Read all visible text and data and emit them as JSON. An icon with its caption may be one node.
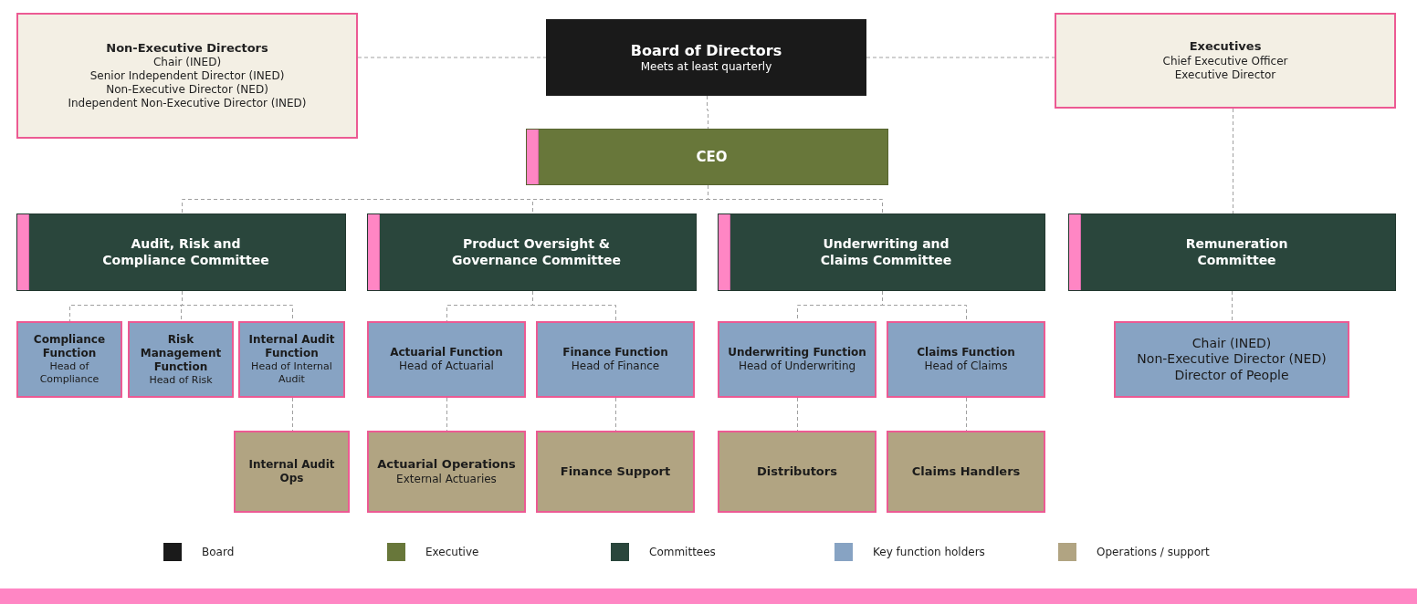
{
  "diagram": {
    "nodes": [
      {
        "text": [
          "Non-Executive Directors",
          "Chair (INED)",
          "Senior Independent Director (INED)",
          "Non-Executive Director (NED)",
          "Independent Non-Executive Director (INED)"
        ]
      },
      {
        "text": [
          "Board of Directors",
          "Meets at least quarterly"
        ]
      },
      {
        "text": [
          "Executives",
          "Chief Executive Officer",
          "Executive Director"
        ]
      },
      {
        "text": [
          "CEO"
        ]
      },
      {
        "text": [
          "Audit, Risk and Compliance Committee"
        ]
      },
      {
        "text": [
          "Product Oversight & Governance Committee"
        ]
      },
      {
        "text": [
          "Underwriting and Claims Committee"
        ]
      },
      {
        "text": [
          "Remuneration Committee"
        ]
      },
      {
        "text": [
          "Compliance Function",
          "Head of Compliance"
        ]
      },
      {
        "text": [
          "Risk Management Function",
          "Head of Risk"
        ]
      },
      {
        "text": [
          "Internal Audit Function",
          "Head of Internal Audit"
        ]
      },
      {
        "text": [
          "Actuarial Function",
          "Head of Actuarial"
        ]
      },
      {
        "text": [
          "Finance Function",
          "Head of Finance"
        ]
      },
      {
        "text": [
          "Underwriting Function",
          "Head of Underwriting"
        ]
      },
      {
        "text": [
          "Claims Function",
          "Head of Claims"
        ]
      },
      {
        "text": [
          "Chair (INED)",
          "Non-Executive Director (NED)",
          "Director of People"
        ]
      },
      {
        "text": [
          "Internal Audit Ops"
        ]
      },
      {
        "text": [
          "Actuarial Operations",
          "External Actuaries"
        ]
      },
      {
        "text": [
          "Finance Support"
        ]
      },
      {
        "text": [
          "Distributors"
        ]
      },
      {
        "text": [
          "Claims Handlers"
        ]
      }
    ],
    "edges": [
      {
        "from": 0,
        "to": 1,
        "arrow": "none"
      },
      {
        "from": 1,
        "to": 2,
        "arrow": "none"
      },
      {
        "from": 1,
        "to": 3,
        "arrow": "none"
      },
      {
        "from": 3,
        "to": 4,
        "arrow": "none"
      },
      {
        "from": 3,
        "to": 5,
        "arrow": "none"
      },
      {
        "from": 3,
        "to": 6,
        "arrow": "none"
      },
      {
        "from": 2,
        "to": 7,
        "arrow": "none"
      },
      {
        "from": 4,
        "to": 8,
        "arrow": "none"
      },
      {
        "from": 4,
        "to": 9,
        "arrow": "none"
      },
      {
        "from": 4,
        "to": 10,
        "arrow": "none"
      },
      {
        "from": 5,
        "to": 11,
        "arrow": "none"
      },
      {
        "from": 5,
        "to": 12,
        "arrow": "none"
      },
      {
        "from": 6,
        "to": 13,
        "arrow": "none"
      },
      {
        "from": 6,
        "to": 14,
        "arrow": "none"
      },
      {
        "from": 7,
        "to": 15,
        "arrow": "none"
      },
      {
        "from": 10,
        "to": 16,
        "arrow": "none"
      },
      {
        "from": 11,
        "to": 17,
        "arrow": "none"
      },
      {
        "from": 12,
        "to": 18,
        "arrow": "none"
      },
      {
        "from": 13,
        "to": 19,
        "arrow": "none"
      },
      {
        "from": 14,
        "to": 20,
        "arrow": "none"
      }
    ],
    "legend": [
      {
        "text": "Board",
        "color": "#1a1a1a"
      },
      {
        "text": "Executive",
        "color": "#68773a"
      },
      {
        "text": "Committees",
        "color": "#2a463c"
      },
      {
        "text": "Key function holders",
        "color": "#87a3c3"
      },
      {
        "text": "Operations / support",
        "color": "#b1a482"
      }
    ]
  }
}
